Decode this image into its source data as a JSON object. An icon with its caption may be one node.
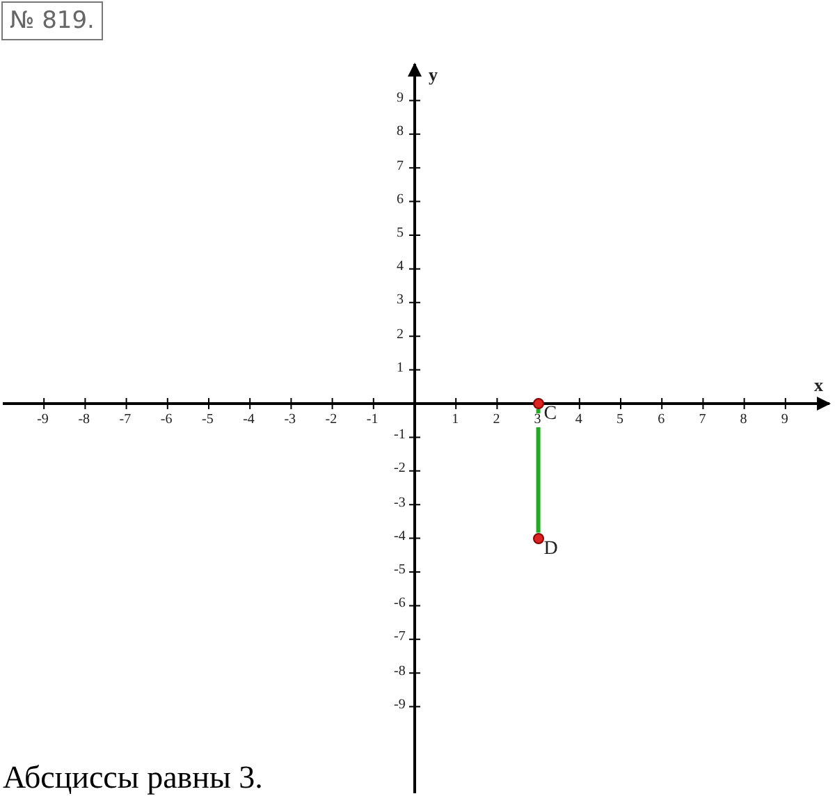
{
  "diagram": {
    "title": "№ 819.",
    "caption": "Абсциссы равны 3.",
    "nodes": [
      {
        "text": [
          "C"
        ]
      },
      {
        "text": [
          "D"
        ]
      }
    ],
    "edges": [
      {
        "from": 0,
        "to": 1,
        "arrow": "none"
      }
    ],
    "labels": [
      "y",
      "9",
      "8",
      "7",
      "6",
      "5",
      "4",
      "3",
      "2",
      "1",
      "x",
      "-9",
      "-8",
      "-7",
      "-6",
      "-5",
      "-4",
      "-3",
      "-2",
      "-1",
      "1",
      "2",
      "3",
      "4",
      "5",
      "6",
      "7",
      "8",
      "9",
      "-1",
      "-2",
      "-3",
      "-4",
      "-5",
      "-6",
      "-7",
      "-8",
      "-9"
    ]
  }
}
